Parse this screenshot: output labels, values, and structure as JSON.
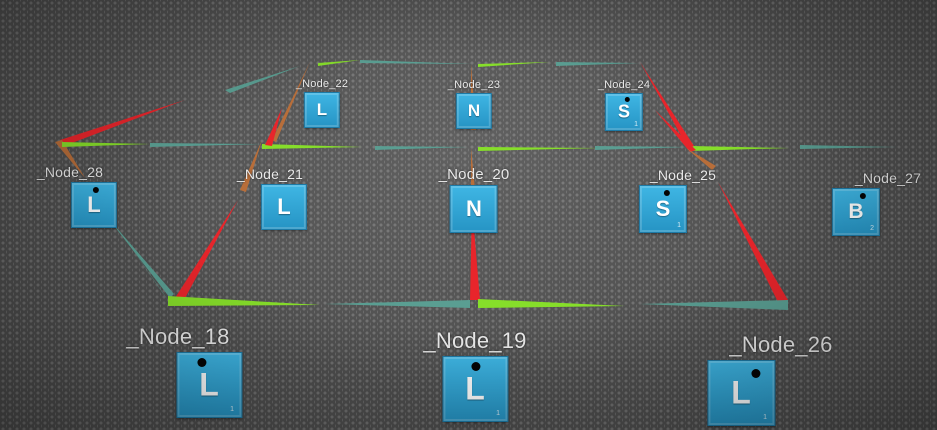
{
  "scene": {
    "floor_color": "#5e5e5e",
    "tile_color": "#35a9da"
  },
  "edge_colors": {
    "red": "#e8252b",
    "green": "#86de2a",
    "teal": "#5a9e92",
    "brown": "#b86e3a"
  },
  "nodes": [
    {
      "id": "n22",
      "label": "_Node_22",
      "letter": "L",
      "sub": ""
    },
    {
      "id": "n23",
      "label": "_Node_23",
      "letter": "N",
      "sub": ""
    },
    {
      "id": "n24",
      "label": "_Node_24",
      "letter": "S",
      "sub": "1"
    },
    {
      "id": "n28",
      "label": "_Node_28",
      "letter": "L",
      "sub": ""
    },
    {
      "id": "n21",
      "label": "_Node_21",
      "letter": "L",
      "sub": ""
    },
    {
      "id": "n20",
      "label": "_Node_20",
      "letter": "N",
      "sub": ""
    },
    {
      "id": "n25",
      "label": "_Node_25",
      "letter": "S",
      "sub": "1"
    },
    {
      "id": "n27",
      "label": "_Node_27",
      "letter": "B",
      "sub": "2"
    },
    {
      "id": "n18",
      "label": "_Node_18",
      "letter": "L",
      "sub": "1"
    },
    {
      "id": "n19",
      "label": "_Node_19",
      "letter": "L",
      "sub": "1"
    },
    {
      "id": "n26",
      "label": "_Node_26",
      "letter": "L",
      "sub": "1"
    }
  ]
}
